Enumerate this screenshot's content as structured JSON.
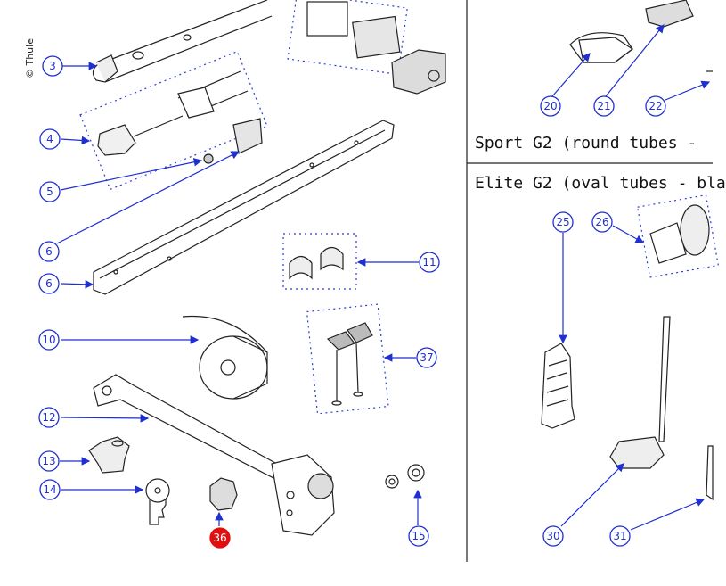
{
  "copyright": "© Thule",
  "sections": {
    "sport_title": "Sport G2 (round tubes -",
    "elite_title": "Elite G2 (oval tubes - bla"
  },
  "callouts": [
    {
      "id": "c3",
      "label": "3"
    },
    {
      "id": "c4",
      "label": "4"
    },
    {
      "id": "c5",
      "label": "5"
    },
    {
      "id": "c6a",
      "label": "6"
    },
    {
      "id": "c6b",
      "label": "6"
    },
    {
      "id": "c10",
      "label": "10"
    },
    {
      "id": "c11",
      "label": "11"
    },
    {
      "id": "c12",
      "label": "12"
    },
    {
      "id": "c13",
      "label": "13"
    },
    {
      "id": "c14",
      "label": "14"
    },
    {
      "id": "c15",
      "label": "15"
    },
    {
      "id": "c36",
      "label": "36",
      "highlight": true
    },
    {
      "id": "c37",
      "label": "37"
    },
    {
      "id": "c20",
      "label": "20"
    },
    {
      "id": "c21",
      "label": "21"
    },
    {
      "id": "c22",
      "label": "22"
    },
    {
      "id": "c25",
      "label": "25"
    },
    {
      "id": "c26",
      "label": "26"
    },
    {
      "id": "c30",
      "label": "30"
    },
    {
      "id": "c31",
      "label": "31"
    }
  ],
  "colors": {
    "callout": "#1f2fd0",
    "highlight": "#e01010",
    "line": "#222222"
  }
}
